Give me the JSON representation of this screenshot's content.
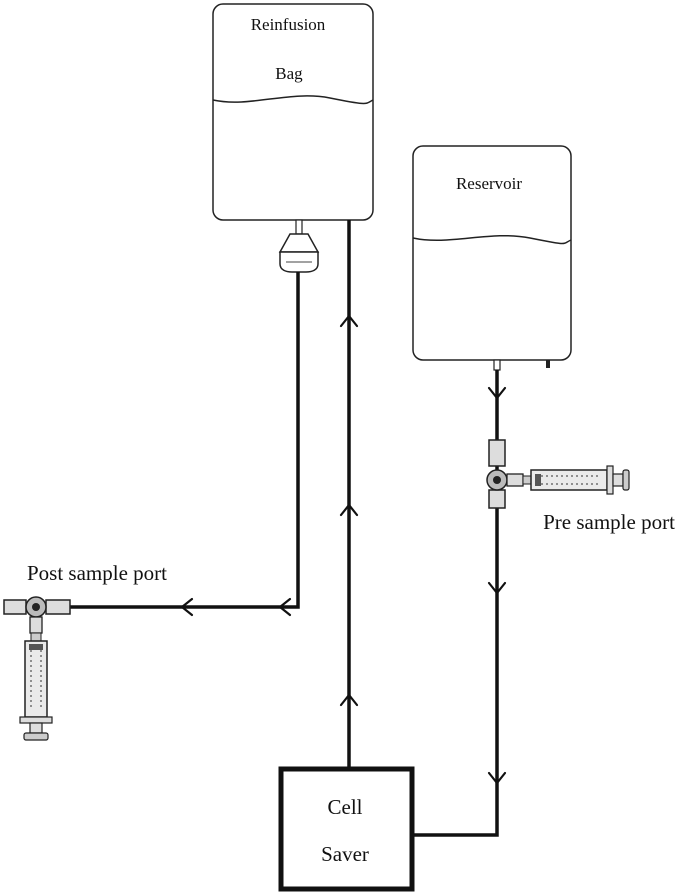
{
  "labels": {
    "reinfusion_line1": "Reinfusion",
    "reinfusion_line2": "Bag",
    "reservoir": "Reservoir",
    "pre_sample_port": "Pre sample port",
    "post_sample_port": "Post sample port",
    "cell_saver_line1": "Cell",
    "cell_saver_line2": "Saver"
  },
  "colors": {
    "line": "#111111",
    "bag_fill": "#ffffff",
    "syringe_fill": "#e8e8e8"
  }
}
